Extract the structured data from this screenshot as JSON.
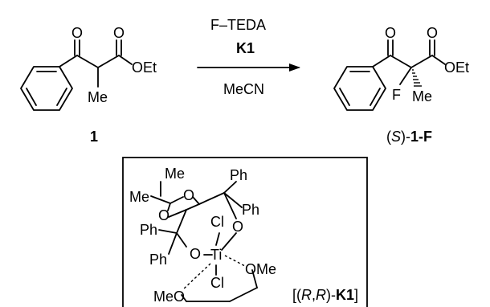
{
  "reaction": {
    "reagent": "F–TEDA",
    "catalyst": "K1",
    "solvent": "MeCN"
  },
  "substrate": {
    "label": "1",
    "atoms": {
      "o_ketone": "O",
      "o_ester": "O",
      "oet": "OEt",
      "me": "Me"
    }
  },
  "product": {
    "label_prefix": "(",
    "label_stereo": "S",
    "label_mid": ")-",
    "label_num": "1-F",
    "atoms": {
      "o_ketone": "O",
      "o_ester": "O",
      "oet": "OEt",
      "f": "F",
      "me": "Me"
    }
  },
  "catalyst_box": {
    "me_top": "Me",
    "me_left": "Me",
    "o1": "O",
    "o2": "O",
    "ph_top": "Ph",
    "ph_right": "Ph",
    "cl_top": "Cl",
    "o3": "O",
    "ph_left": "Ph",
    "ti": "Ti",
    "ph_bottom": "Ph",
    "o4": "O",
    "ome": "OMe",
    "cl_bottom": "Cl",
    "meo": "MeO",
    "label_open": "[(",
    "label_r1": "R",
    "label_comma": ",",
    "label_r2": "R",
    "label_close_paren": ")-",
    "label_k": "K1",
    "label_close": "]"
  }
}
